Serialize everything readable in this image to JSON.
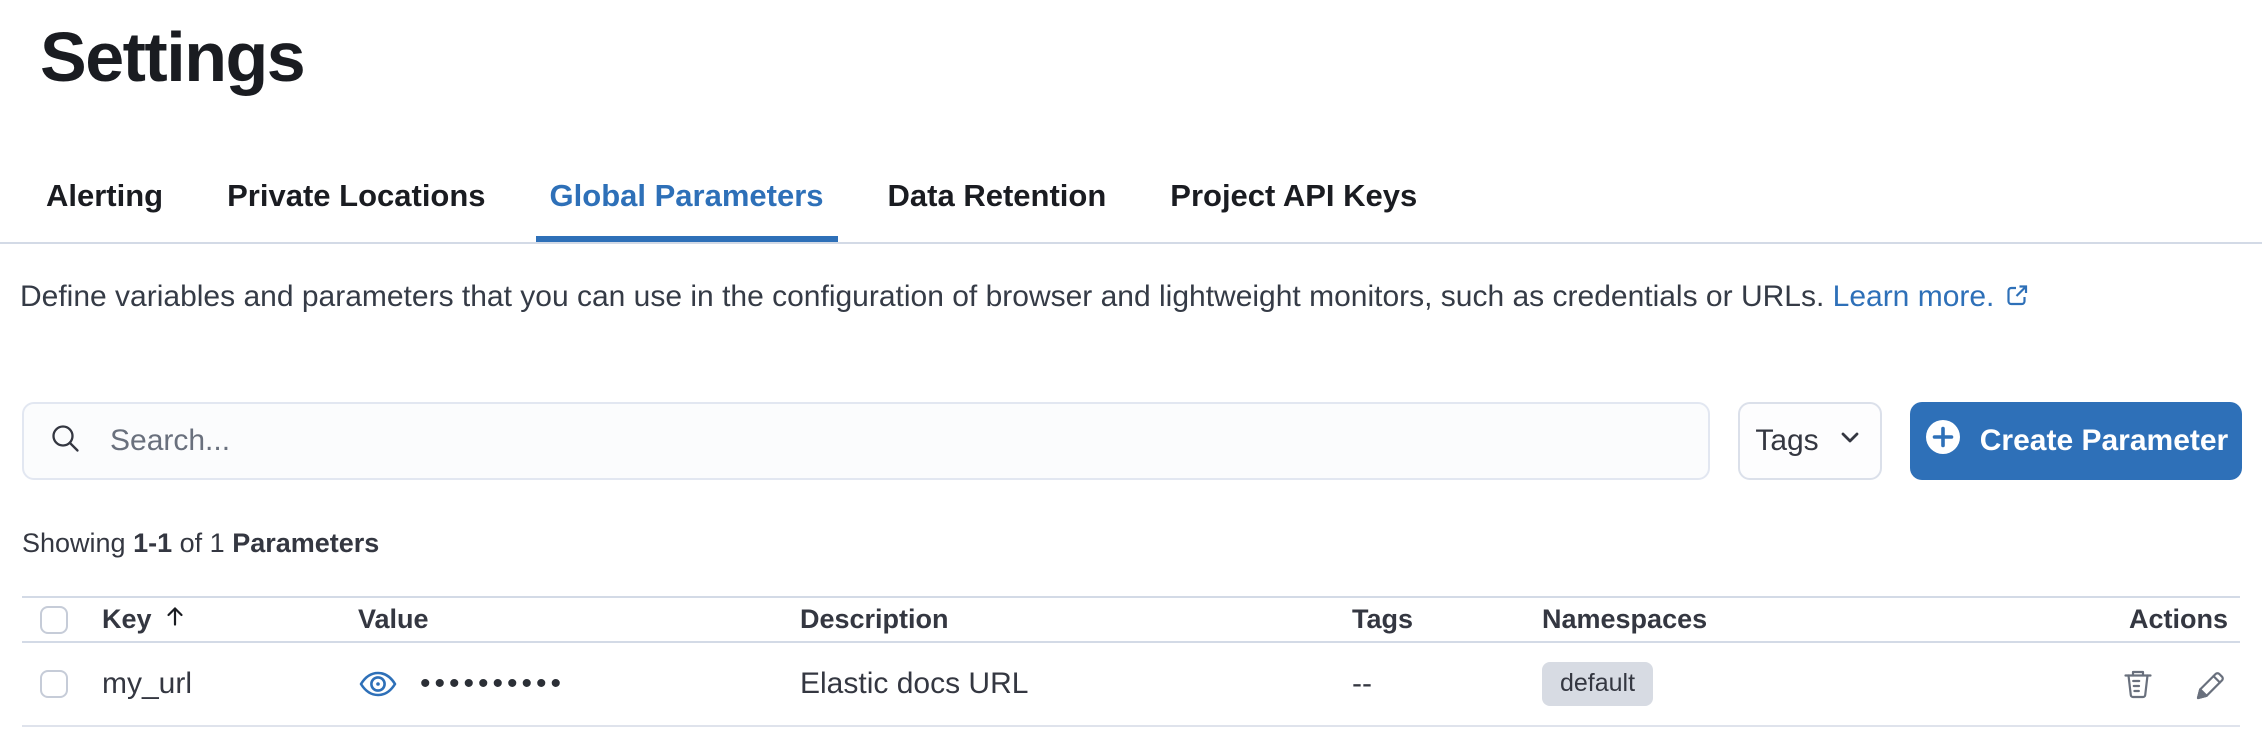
{
  "page": {
    "title": "Settings"
  },
  "tabs": [
    {
      "label": "Alerting",
      "active": false
    },
    {
      "label": "Private Locations",
      "active": false
    },
    {
      "label": "Global Parameters",
      "active": true
    },
    {
      "label": "Data Retention",
      "active": false
    },
    {
      "label": "Project API Keys",
      "active": false
    }
  ],
  "description": {
    "text": "Define variables and parameters that you can use in the configuration of browser and lightweight monitors, such as credentials or URLs.",
    "link_label": "Learn more."
  },
  "toolbar": {
    "search_placeholder": "Search...",
    "tags_filter_label": "Tags",
    "create_button_label": "Create Parameter"
  },
  "summary": {
    "prefix": "Showing",
    "range": "1-1",
    "middle": "of 1",
    "entity": "Parameters"
  },
  "table": {
    "headers": {
      "key": "Key",
      "value": "Value",
      "description": "Description",
      "tags": "Tags",
      "namespaces": "Namespaces",
      "actions": "Actions"
    },
    "sort": {
      "column": "Key",
      "direction": "ascending"
    },
    "rows": [
      {
        "key": "my_url",
        "value_masked": "••••••••••",
        "description": "Elastic docs URL",
        "tags": "--",
        "namespace": "default"
      }
    ]
  },
  "icons": [
    "search-icon",
    "chevron-down-icon",
    "plus-in-circle-icon",
    "external-link-icon",
    "eye-icon",
    "sort-ascending-icon",
    "trash-icon",
    "pencil-icon"
  ],
  "colors": {
    "accent_blue": "#2e70b8",
    "text_dark": "#1a1c21",
    "text_body": "#343741",
    "divider": "#d3dae6",
    "badge_bg": "#d7dbe3",
    "icon_gray": "#69707d"
  }
}
